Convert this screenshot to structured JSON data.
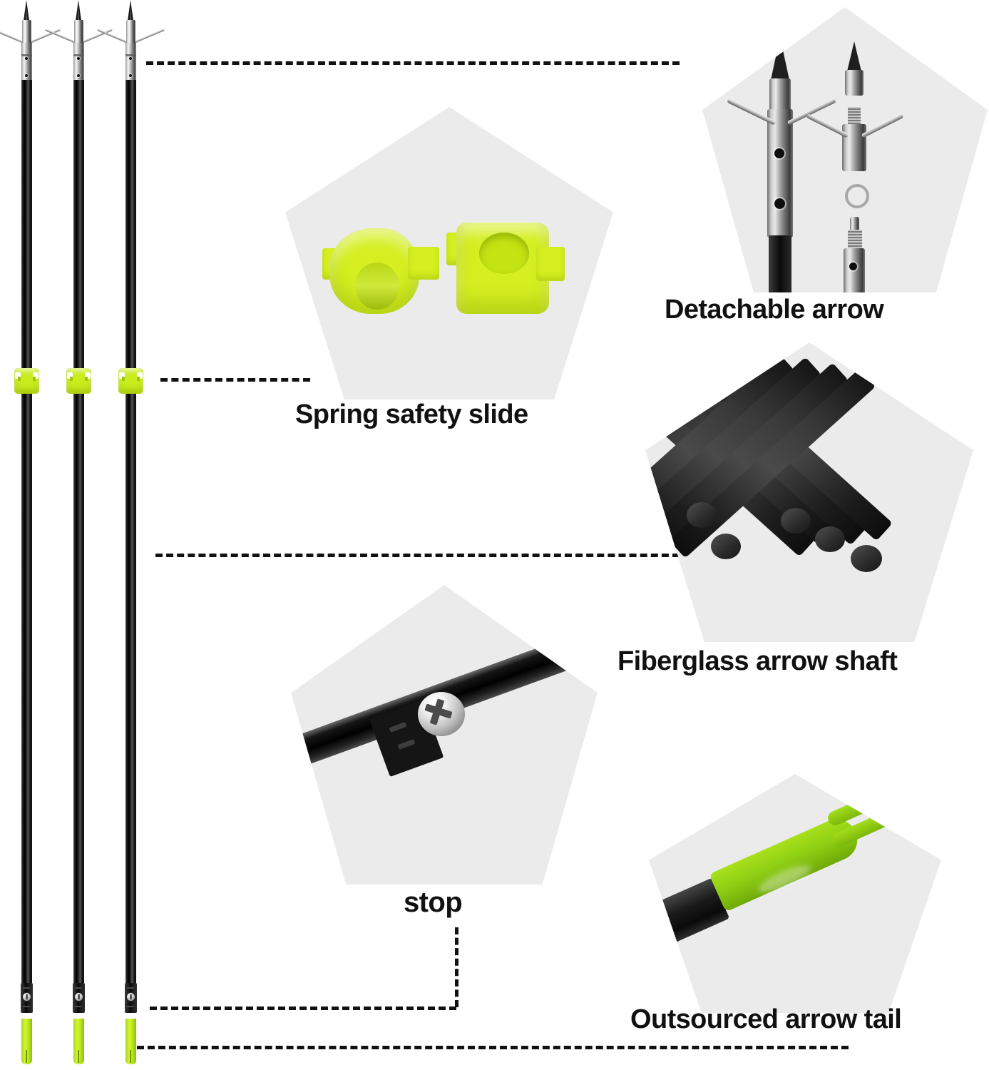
{
  "page": {
    "title": "Bowfishing arrow feature infographic",
    "background_color": "#ffffff"
  },
  "colors": {
    "accent_yellow_green": "#d5ef20",
    "accent_green_nock": "#8fd014",
    "card_background": "#ebebeb",
    "text": "#111111",
    "shaft_black": "#0a0a0a",
    "metal_silver": "#cfcfcf"
  },
  "product": {
    "arrow_count": 3,
    "parts": {
      "arrowhead": "broadhead-with-barbs",
      "shaft": "black-fiberglass-shaft",
      "safety_slide": "yellow-green-spring-safety-slide",
      "stop": "black-stop-collar-with-screw",
      "nock": "green-arrow-nock"
    }
  },
  "features": [
    {
      "id": "detachable-arrow",
      "label": "Detachable arrow",
      "image_alt": "Exploded view of detachable broadhead point, barbed ferrule, washer ring and threaded insert"
    },
    {
      "id": "spring-safety-slide",
      "label": "Spring safety slide",
      "image_alt": "Two yellow-green plastic safety slide halves"
    },
    {
      "id": "fiberglass-arrow-shaft",
      "label": "Fiberglass arrow shaft",
      "image_alt": "Bundle of black fiberglass rods"
    },
    {
      "id": "stop",
      "label": "stop",
      "image_alt": "Black stop collar with silver phillips screw mounted on a black shaft"
    },
    {
      "id": "outsourced-arrow-tail",
      "label": "Outsourced arrow tail",
      "image_alt": "Green arrow nock attached to black shaft end"
    }
  ],
  "connectors": [
    {
      "id": "connector-detachable-arrow",
      "from": "arrowhead",
      "to": "detachable-arrow",
      "style": "dashed"
    },
    {
      "id": "connector-spring-safety-slide",
      "from": "safety-slide",
      "to": "spring-safety-slide",
      "style": "dashed"
    },
    {
      "id": "connector-fiberglass-arrow-shaft",
      "from": "shaft",
      "to": "fiberglass-arrow-shaft",
      "style": "dashed"
    },
    {
      "id": "connector-stop",
      "from": "stop-collar",
      "to": "stop",
      "style": "dashed-elbow"
    },
    {
      "id": "connector-outsourced-arrow-tail",
      "from": "nock",
      "to": "outsourced-arrow-tail",
      "style": "dashed"
    }
  ]
}
